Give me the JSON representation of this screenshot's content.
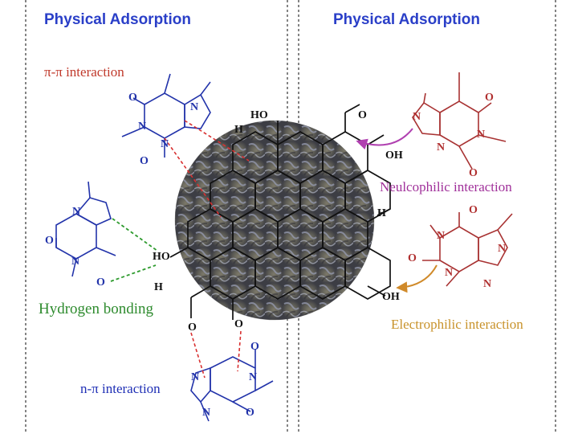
{
  "panels": {
    "left_title": "Physical Adsorption",
    "right_title": "Physical Adsorption"
  },
  "interactions": {
    "pi_pi": "π-π interaction",
    "hydrogen": "Hydrogen bonding",
    "n_pi": "n-π interaction",
    "nucleophilic": "Neulcophilic interaction",
    "electrophilic": "Electrophilic interaction"
  },
  "colors": {
    "title": "#2a3fc8",
    "pi_pi": "#c0392b",
    "hydrogen": "#2e8b2e",
    "n_pi": "#1f2fb5",
    "nucleophilic": "#a0309a",
    "electrophilic": "#c8922a",
    "molecule_blue": "#2233aa",
    "molecule_red": "#a83232"
  },
  "atoms": {
    "O": "O",
    "N": "N",
    "H": "H",
    "HO": "HO",
    "OH": "OH"
  }
}
